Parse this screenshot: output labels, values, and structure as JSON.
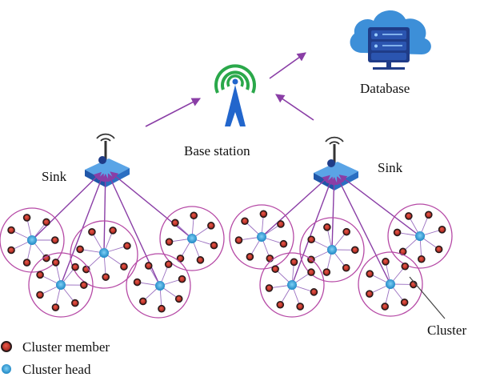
{
  "labels": {
    "database": "Database",
    "base_station": "Base station",
    "sink_left": "Sink",
    "sink_right": "Sink",
    "cluster": "Cluster"
  },
  "legend": {
    "member": "Cluster member",
    "head": "Cluster head"
  },
  "colors": {
    "arrow": "#8a3ea6",
    "cluster_ring": "#b64aa6",
    "member_fill": "#c8322a",
    "member_ring": "#2a1a1a",
    "head_fill": "#2f9fd6",
    "sink_body": "#2b6fc2",
    "tower": "#2266cc",
    "signal": "#2aa84a",
    "cloud": "#3d8fd8",
    "server": "#1f3c88"
  },
  "icons": [
    "cloud-server-icon",
    "base-station-tower-icon",
    "sink-router-icon"
  ]
}
